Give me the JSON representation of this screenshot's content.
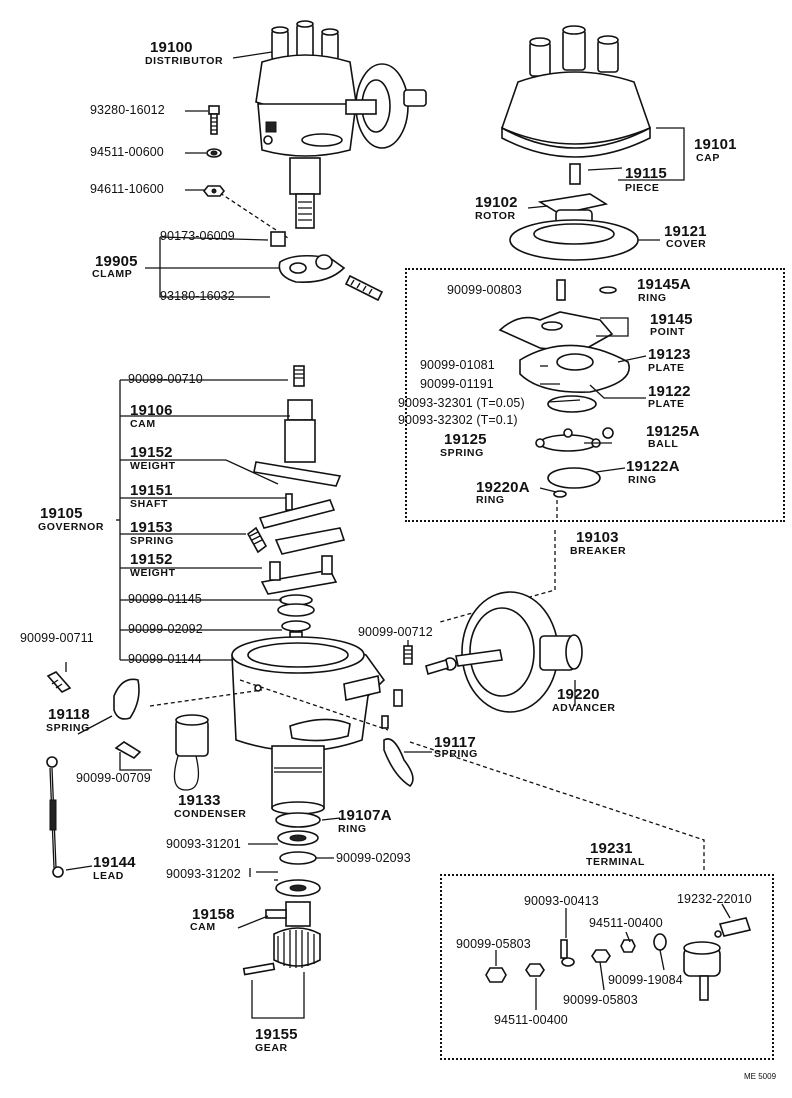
{
  "parts": {
    "p19100": {
      "num": "19100",
      "name": "DISTRIBUTOR"
    },
    "p93280": {
      "pn": "93280-16012"
    },
    "p94511a": {
      "pn": "94511-00600"
    },
    "p94611": {
      "pn": "94611-10600"
    },
    "p90173": {
      "pn": "90173-06009"
    },
    "p19905": {
      "num": "19905",
      "name": "CLAMP"
    },
    "p93180": {
      "pn": "93180-16032"
    },
    "p19101": {
      "num": "19101",
      "name": "CAP"
    },
    "p19115": {
      "num": "19115",
      "name": "PIECE"
    },
    "p19102": {
      "num": "19102",
      "name": "ROTOR"
    },
    "p19121": {
      "num": "19121",
      "name": "COVER"
    },
    "p90099_00803": {
      "pn": "90099-00803"
    },
    "p19145A": {
      "num": "19145A",
      "name": "RING"
    },
    "p19145": {
      "num": "19145",
      "name": "POINT"
    },
    "p90099_01081": {
      "pn": "90099-01081"
    },
    "p19123": {
      "num": "19123",
      "name": "PLATE"
    },
    "p90099_01191": {
      "pn": "90099-01191"
    },
    "p19122": {
      "num": "19122",
      "name": "PLATE"
    },
    "p90093_32301": {
      "pn": "90093-32301 (T=0.05)"
    },
    "p90093_32302": {
      "pn": "90093-32302 (T=0.1)"
    },
    "p19125": {
      "num": "19125",
      "name": "SPRING"
    },
    "p19125A": {
      "num": "19125A",
      "name": "BALL"
    },
    "p19122A": {
      "num": "19122A",
      "name": "RING"
    },
    "p19220A": {
      "num": "19220A",
      "name": "RING"
    },
    "p19103": {
      "num": "19103",
      "name": "BREAKER"
    },
    "p90099_00710": {
      "pn": "90099-00710"
    },
    "p19106": {
      "num": "19106",
      "name": "CAM"
    },
    "p19152a": {
      "num": "19152",
      "name": "WEIGHT"
    },
    "p19151": {
      "num": "19151",
      "name": "SHAFT"
    },
    "p19153": {
      "num": "19153",
      "name": "SPRING"
    },
    "p19152b": {
      "num": "19152",
      "name": "WEIGHT"
    },
    "p19105": {
      "num": "19105",
      "name": "GOVERNOR"
    },
    "p90099_01145": {
      "pn": "90099-01145"
    },
    "p90099_02092": {
      "pn": "90099-02092"
    },
    "p90099_01144": {
      "pn": "90099-01144"
    },
    "p90099_00711": {
      "pn": "90099-00711"
    },
    "p90099_00712": {
      "pn": "90099-00712"
    },
    "p19220": {
      "num": "19220",
      "name": "ADVANCER"
    },
    "p19118": {
      "num": "19118",
      "name": "SPRING"
    },
    "p90099_00709": {
      "pn": "90099-00709"
    },
    "p19117": {
      "num": "19117",
      "name": "SPRING"
    },
    "p19133": {
      "num": "19133",
      "name": "CONDENSER"
    },
    "p19107A": {
      "num": "19107A",
      "name": "RING"
    },
    "p90093_31201": {
      "pn": "90093-31201"
    },
    "p90099_02093": {
      "pn": "90099-02093"
    },
    "p90093_31202": {
      "pn": "90093-31202"
    },
    "p19144": {
      "num": "19144",
      "name": "LEAD"
    },
    "p19158": {
      "num": "19158",
      "name": "CAM"
    },
    "p19155": {
      "num": "19155",
      "name": "GEAR"
    },
    "p19231": {
      "num": "19231",
      "name": "TERMINAL"
    },
    "p90093_00413": {
      "pn": "90093-00413"
    },
    "p19232": {
      "pn": "19232-22010"
    },
    "p94511_00400a": {
      "pn": "94511-00400"
    },
    "p90099_05803a": {
      "pn": "90099-05803"
    },
    "p90099_19084": {
      "pn": "90099-19084"
    },
    "p90099_05803b": {
      "pn": "90099-05803"
    },
    "p94511_00400b": {
      "pn": "94511-00400"
    }
  },
  "footer": {
    "code": "ME 5009"
  }
}
